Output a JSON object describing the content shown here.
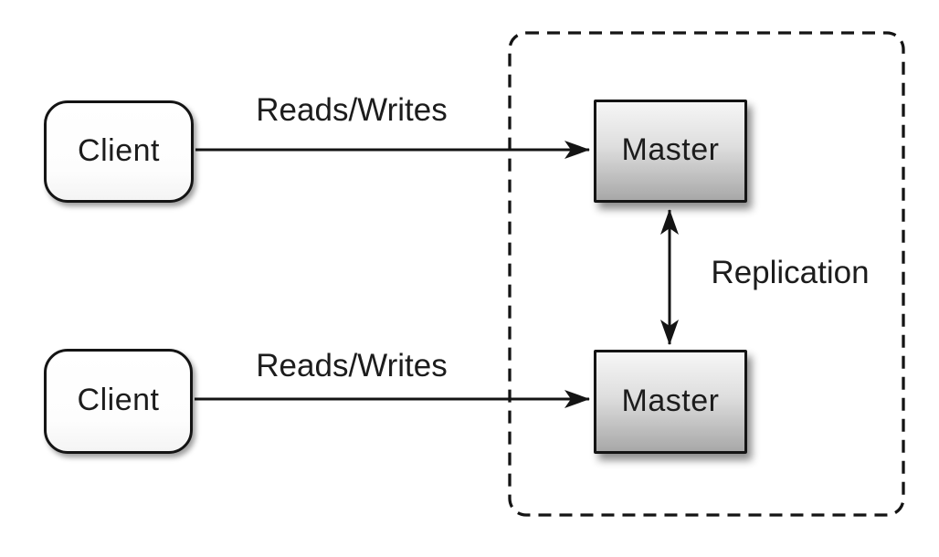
{
  "diagram": {
    "type": "architecture-diagram",
    "topic": "master-master replication",
    "nodes": {
      "client_top": {
        "label": "Client",
        "shape": "rounded-rect",
        "fill": "#ffffff"
      },
      "client_bottom": {
        "label": "Client",
        "shape": "rounded-rect",
        "fill": "#ffffff"
      },
      "master_top": {
        "label": "Master",
        "shape": "rect",
        "fill_gradient": [
          "#f6f6f6",
          "#a8a8a8"
        ]
      },
      "master_bottom": {
        "label": "Master",
        "shape": "rect",
        "fill_gradient": [
          "#f6f6f6",
          "#a8a8a8"
        ]
      }
    },
    "edges": {
      "reads_writes_top": {
        "label": "Reads/Writes",
        "from": "client_top",
        "to": "master_top",
        "bidirectional": false
      },
      "reads_writes_bottom": {
        "label": "Reads/Writes",
        "from": "client_bottom",
        "to": "master_bottom",
        "bidirectional": false
      },
      "replication": {
        "label": "Replication",
        "from": "master_top",
        "to": "master_bottom",
        "bidirectional": true
      }
    },
    "groups": {
      "replication_cluster": {
        "border_style": "dashed",
        "contains": [
          "master_top",
          "master_bottom"
        ]
      }
    },
    "colors": {
      "background": "#ffffff",
      "stroke": "#141414",
      "text": "#1c1c1c"
    }
  }
}
